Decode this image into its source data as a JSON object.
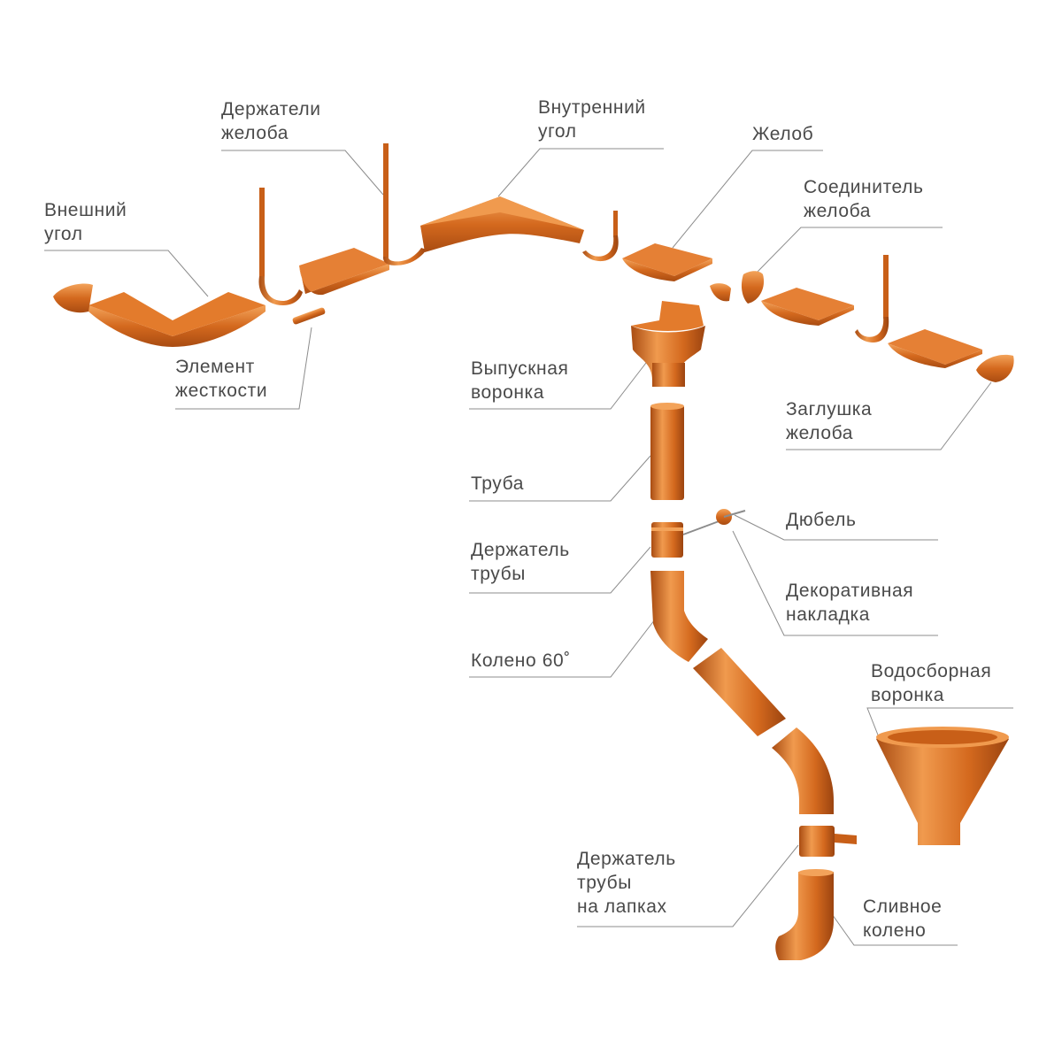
{
  "colors": {
    "copper": "#d4691e",
    "copper_dark": "#a94c12",
    "copper_light": "#f09a4e",
    "leader": "#8c8c8c",
    "label": "#4a4a4a"
  },
  "labels": {
    "outer_corner": [
      "Внешний",
      "угол"
    ],
    "gutter_holders": [
      "Держатели",
      "желоба"
    ],
    "inner_corner": [
      "Внутренний",
      "угол"
    ],
    "gutter": [
      "Желоб"
    ],
    "gutter_connector": [
      "Соединитель",
      "желоба"
    ],
    "stiffener": [
      "Элемент",
      "жесткости"
    ],
    "outlet_funnel": [
      "Выпускная",
      "воронка"
    ],
    "gutter_cap": [
      "Заглушка",
      "желоба"
    ],
    "pipe": [
      "Труба"
    ],
    "dowel": [
      "Дюбель"
    ],
    "pipe_holder": [
      "Держатель",
      "трубы"
    ],
    "decor_cap": [
      "Декоративная",
      "накладка"
    ],
    "elbow_60": [
      "Колено 60˚"
    ],
    "collector_funnel": [
      "Водосборная",
      "воронка"
    ],
    "pipe_holder_legs": [
      "Держатель",
      "трубы",
      "на лапках"
    ],
    "drain_elbow": [
      "Сливное",
      "колено"
    ]
  },
  "icons": {
    "gutter": "half-round-gutter-shape",
    "holder": "hook-bracket-shape",
    "pipe": "cylinder-shape",
    "funnel": "cone-funnel-shape"
  }
}
